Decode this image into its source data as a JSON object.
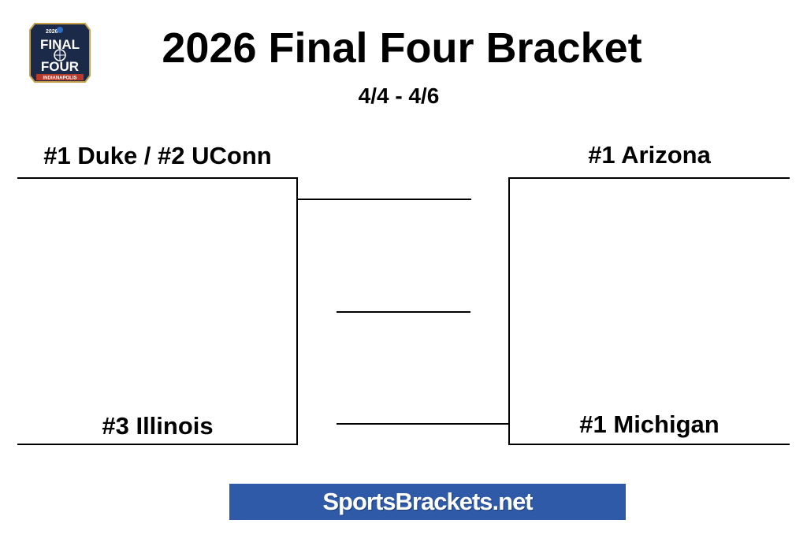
{
  "header": {
    "logo": {
      "icon": "final-four-logo-icon",
      "year_text": "2026",
      "line1": "FINAL",
      "line2": "FOUR",
      "city": "INDIANAPOLIS"
    },
    "title": "2026 Final Four Bracket",
    "dates": "4/4 - 4/6"
  },
  "bracket": {
    "left_top_team": "#1 Duke / #2 UConn",
    "left_bottom_team": "#3 Illinois",
    "right_top_team": "#1 Arizona",
    "right_bottom_team": "#1 Michigan"
  },
  "footer": {
    "banner_text": "SportsBrackets.net",
    "banner_color": "#2f5aa8"
  }
}
